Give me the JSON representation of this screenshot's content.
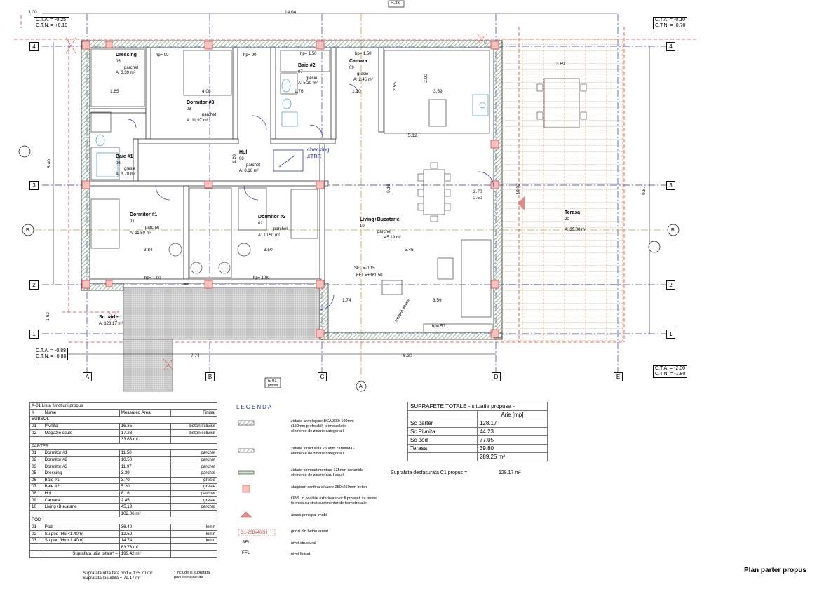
{
  "header": {
    "dim_left": "3.00",
    "dim_total": "14.04",
    "cta_top_left": "C.T.A. = -0.25",
    "ctn_top_left": "C.T.N. = +0.10",
    "cta_top_right": "C.T.A. = -0.10",
    "ctn_top_right": "C.T.N. = -0.70",
    "cta_bot_left": "C.T.A. = -0.88",
    "ctn_bot_left": "C.T.N. = -0.80",
    "cta_bot_right": "C.T.A. = -2.00",
    "ctn_bot_right": "C.T.N. = -1.80",
    "section_e33": "E-33",
    "section_e01": "E-01",
    "section_e01_sub": "propus"
  },
  "axes": {
    "rows": [
      "4",
      "3",
      "2",
      "1"
    ],
    "cols": [
      "A",
      "B",
      "C",
      "D",
      "E"
    ],
    "b_marker": "B",
    "a_marker": "A"
  },
  "rooms": [
    {
      "name": "Dressing",
      "num": "05",
      "floor": "parchet",
      "area": "A: 3.39 m²"
    },
    {
      "name": "Dormitor #3",
      "num": "03",
      "floor": "parchet",
      "area": "A: 11.97 m²"
    },
    {
      "name": "Baie #2",
      "num": "07",
      "floor": "gresie",
      "area": "A: 5.20 m²"
    },
    {
      "name": "Camara",
      "num": "09",
      "floor": "gresie",
      "area": "A: 2.45 m²"
    },
    {
      "name": "Baie #1",
      "num": "06",
      "floor": "gresie",
      "area": "A: 3.70 m²"
    },
    {
      "name": "Hol",
      "num": "08",
      "floor": "parchet",
      "area": "A: 8.16 m²"
    },
    {
      "name": "Dormitor #1",
      "num": "01",
      "floor": "parchet",
      "area": "A: 11.50 m²"
    },
    {
      "name": "Dormitor #2",
      "num": "02",
      "floor": "parchet",
      "area": "A: 10.50 m²"
    },
    {
      "name": "Living+Bucatarie",
      "num": "10",
      "floor": "parchet",
      "area": "45.19 m²"
    },
    {
      "name": "Terasa",
      "num": "20",
      "floor": "",
      "area": "A: 39.80 m²"
    },
    {
      "name": "Sc parter",
      "num": "",
      "floor": "",
      "area": "A: 128.17 m²"
    }
  ],
  "annotations": {
    "checking": "checking",
    "tbc": "#TBC",
    "sfl": "SFL =-0.15",
    "ffl": "FFL =+381.50",
    "hp90": "hp= 90",
    "hp150": "hp= 1.50",
    "hp100": "hp= 1.00",
    "hp50": "hp= 50",
    "treapta": "treapta acces"
  },
  "dimensions": {
    "d_840": "8.40",
    "d_919": "9.19",
    "d_987": "9.87",
    "d_1002": "10.02",
    "d_774": "7.74",
    "d_630": "6.30",
    "d_384": "3.84",
    "d_350": "3.50",
    "d_546": "5.46",
    "d_512": "5.12",
    "d_359": "3.59",
    "d_359b": "3.59",
    "d_389": "3.89",
    "d_408": "4.08",
    "d_185": "1.85",
    "d_176": "1.76",
    "d_130": "1.30",
    "d_174": "1.74",
    "d_162": "1.62",
    "d_200": "2.00",
    "d_255": "2.55",
    "d_120": "1.20",
    "d_270": "2.70",
    "d_250": "2.50"
  },
  "functions_table": {
    "title": "A-01 Lista functiuni propus",
    "headers": [
      "#",
      "Nume",
      "Measured Area",
      "Finisaj"
    ],
    "sections": [
      {
        "name": "SUBSOL",
        "rows": [
          [
            "01",
            "Pivnita",
            "16.35",
            "beton sclivisit"
          ],
          [
            "02",
            "Magazie scule",
            "17.28",
            "beton sclivisit"
          ]
        ],
        "total": "33.63 m²"
      },
      {
        "name": "PARTER",
        "rows": [
          [
            "01",
            "Dormitor #1",
            "11.50",
            "parchet"
          ],
          [
            "02",
            "Dormitor #2",
            "10.50",
            "parchet"
          ],
          [
            "03",
            "Dormitor #3",
            "11.97",
            "parchet"
          ],
          [
            "05",
            "Dressing",
            "3.39",
            "parchet"
          ],
          [
            "06",
            "Baie #1",
            "3.70",
            "gresie"
          ],
          [
            "07",
            "Baie #2",
            "5.20",
            "gresie"
          ],
          [
            "08",
            "Hol",
            "8.16",
            "parchet"
          ],
          [
            "09",
            "Camara",
            "2.45",
            "gresie"
          ],
          [
            "10",
            "Living+Bucatarie",
            "45.19",
            "parchet"
          ]
        ],
        "total": "102.06 m²"
      },
      {
        "name": "POD",
        "rows": [
          [
            "01",
            "Pod",
            "36.40",
            "lemn"
          ],
          [
            "02",
            "Su pod [Hu <1.40m]",
            "12.59",
            "lemn"
          ],
          [
            "03",
            "Su pod [Hu <1.40m]",
            "14.74",
            "lemn"
          ]
        ],
        "total": "63.73 m²"
      }
    ],
    "util_total_label": "Suprafata utila totala* =",
    "util_total_value": "199.42 m²",
    "util_fara_pod_label": "Suprafata utila fara pod =",
    "util_fara_pod_value": "135.70 m²",
    "locuibila_label": "Suprafata locuibila =",
    "locuibila_value": "79.17 m²",
    "footnote_1": "* include si suprafata",
    "footnote_2": "podului nelocuibil."
  },
  "legend": {
    "title": "LEGENDA",
    "items": [
      {
        "icon": "zidarie-anvelopa-swatch",
        "text1": "zidarie anvelopare BCA 300+100mm",
        "text2": "(150mm preferabil) termoizolatie -",
        "text3": "elemente de zidarie categoria I"
      },
      {
        "icon": "zidarie-structurala-swatch",
        "text1": "zidarie structurala 250mm caramida -",
        "text2": "elemente de zidarie categoria I",
        "text3": ""
      },
      {
        "icon": "zidarie-compartimentare-swatch",
        "text1": "zidarie compartimentare 135mm caramida -",
        "text2": "elemente de zidarie cat. I sau II",
        "text3": ""
      },
      {
        "icon": "stalpisori-symbol",
        "text1": "stalpisori confinare/cadre 250x250mm beton",
        "text2": "",
        "text3": ""
      },
      {
        "icon": "note",
        "text1": "OBS. in pozitiile exterioare vor fi protejati ca punte",
        "text2": "termica cu strat suplimentar de termoizolatie.",
        "text3": ""
      },
      {
        "icon": "access-triangle",
        "text1": "acces principal imobil",
        "text2": "",
        "text3": ""
      },
      {
        "icon": "beam-tag",
        "text1": "grinzi din beton armat",
        "text2": "",
        "text3": ""
      },
      {
        "icon": "SFL",
        "text1": "nivel structural",
        "text2": "",
        "text3": ""
      },
      {
        "icon": "FFL",
        "text1": "nivel finisat",
        "text2": "",
        "text3": ""
      }
    ],
    "beam_tag": "G1-20Bx400H"
  },
  "totals_table": {
    "title": "SUPRAFETE TOTALE  - situatie propusa -",
    "col_header": "Arie [mp]",
    "rows": [
      [
        "Sc parter",
        "128.17"
      ],
      [
        "Sc Pivnita",
        "44.23"
      ],
      [
        "Sc pod",
        "77.05"
      ],
      [
        "Terasa",
        "39.80"
      ]
    ],
    "total": "289.25 m²",
    "desfasurata_label": "Suprafata desfasurata C1 propus =",
    "desfasurata_value": "128.17 m²"
  },
  "sheet_title": "Plan parter propus",
  "colors": {
    "wall_green": "#7aa47c",
    "red_column": "#e0504a",
    "axis_blue": "#2b3aa0",
    "dashed_red": "#d94040",
    "terrace_orange": "#e9985a",
    "fixture_blue": "#5aa6c9"
  }
}
